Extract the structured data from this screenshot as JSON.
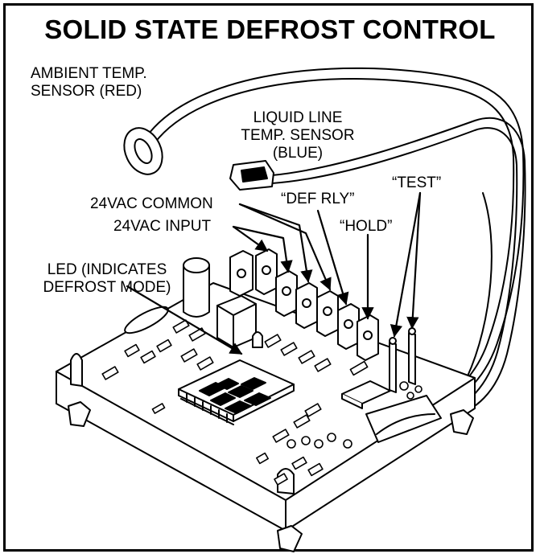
{
  "title": "SOLID STATE DEFROST CONTROL",
  "labels": {
    "ambient_line1": "AMBIENT TEMP.",
    "ambient_line2": "SENSOR (RED)",
    "liquid_line1": "LIQUID LINE",
    "liquid_line2": "TEMP. SENSOR",
    "liquid_line3": "(BLUE)",
    "test": "“TEST”",
    "def_rly": "“DEF RLY”",
    "common": "24VAC COMMON",
    "hold": "“HOLD”",
    "input": "24VAC INPUT",
    "led_line1": "LED (INDICATES",
    "led_line2": "DEFROST MODE)"
  },
  "colors": {
    "ink": "#000000",
    "paper": "#ffffff"
  }
}
